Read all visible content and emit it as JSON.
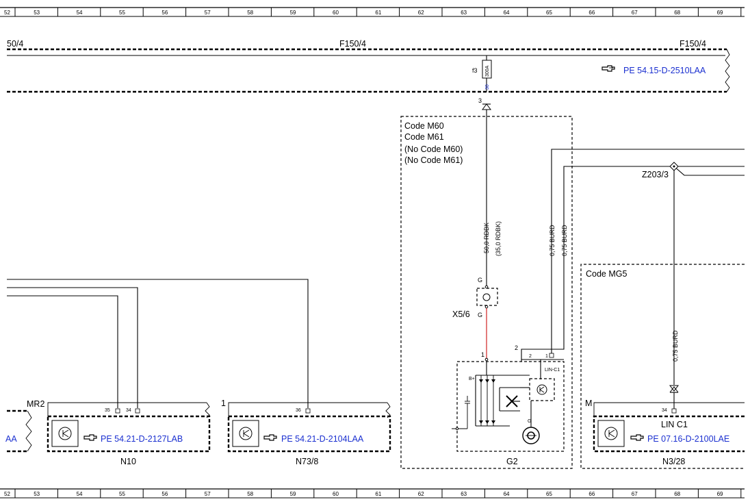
{
  "ruler": {
    "numbers": [
      "52",
      "53",
      "54",
      "55",
      "56",
      "57",
      "58",
      "59",
      "60",
      "61",
      "62",
      "63",
      "64",
      "65",
      "66",
      "67",
      "68",
      "69"
    ]
  },
  "bus": {
    "label_left": "50/4",
    "label_mid": "F150/4",
    "label_right": "F150/4",
    "ref": "PE 54.15-D-2510LAA"
  },
  "fuse": {
    "name": "f3",
    "rating": "300A",
    "terminal": "30",
    "pin": "3"
  },
  "code_box": {
    "lines": [
      "Code M60",
      "Code M61",
      "(No   Code M60)",
      "(No   Code M61)"
    ]
  },
  "wires": {
    "main": "50,0 RDBK",
    "main_alt": "(35,0 RDBK)",
    "burd_a": "0,75 BURD",
    "burd_b": "0,75 BURD",
    "burd_c": "0,75 BURD"
  },
  "splice": {
    "name": "Z203/3"
  },
  "connector": {
    "name": "X5/6",
    "pin_top": "G",
    "pin_bottom": "G"
  },
  "alternator": {
    "name": "G2",
    "pin1": "1",
    "pin2": "2",
    "pin2b": "2",
    "pin1b": "1",
    "lin": "LIN-C1",
    "bplus": "B+",
    "g": "G"
  },
  "code_mg5": {
    "label": "Code MG5"
  },
  "modules": [
    {
      "name": "N10",
      "pins": [
        "35",
        "34"
      ],
      "left_label": "MR2",
      "ref": "PE 54.21-D-2127LAB"
    },
    {
      "name": "N73/8",
      "pins": [
        "36"
      ],
      "left_label": "1",
      "ref": "PE 54.21-D-2104LAA"
    },
    {
      "name": "N3/28",
      "pins": [
        "34"
      ],
      "left_label": "M",
      "ref": "PE 07.16-D-2100LAE",
      "lin": "LIN C1"
    }
  ],
  "partial_ref": "AA"
}
